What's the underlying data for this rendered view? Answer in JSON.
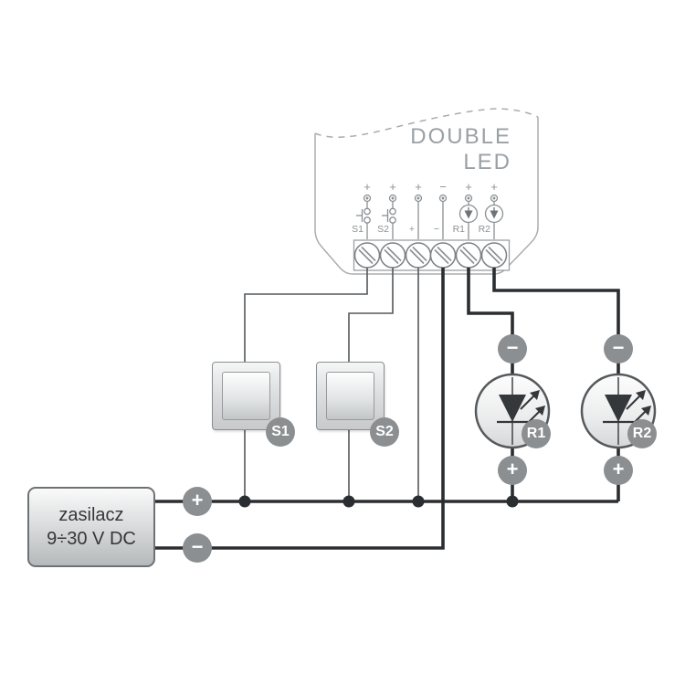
{
  "device": {
    "title_line1": "DOUBLE",
    "title_line2": "LED",
    "ports": [
      {
        "label": "S1",
        "polarity": "+",
        "symbol": "push-button"
      },
      {
        "label": "S2",
        "polarity": "+",
        "symbol": "push-button"
      },
      {
        "label": "+",
        "polarity": "+",
        "symbol": "wire"
      },
      {
        "label": "−",
        "polarity": "−",
        "symbol": "wire"
      },
      {
        "label": "R1",
        "polarity": "+",
        "symbol": "led-indicator"
      },
      {
        "label": "R2",
        "polarity": "+",
        "symbol": "led-indicator"
      }
    ]
  },
  "switches": [
    {
      "label": "S1"
    },
    {
      "label": "S2"
    }
  ],
  "leds": [
    {
      "label": "R1",
      "cathode": "−",
      "anode": "+"
    },
    {
      "label": "R2",
      "cathode": "−",
      "anode": "+"
    }
  ],
  "power_supply": {
    "name": "zasilacz",
    "voltage": "9÷30 V DC",
    "plus": "+",
    "minus": "−"
  },
  "colors": {
    "outline_gray": "#a9adb0",
    "symbol_gray": "#8c9093",
    "wire_thin": "#54585b",
    "wire_thick": "#2b2e31",
    "badge_gray": "#8b8f92",
    "text_gray": "#9aa0a4"
  }
}
